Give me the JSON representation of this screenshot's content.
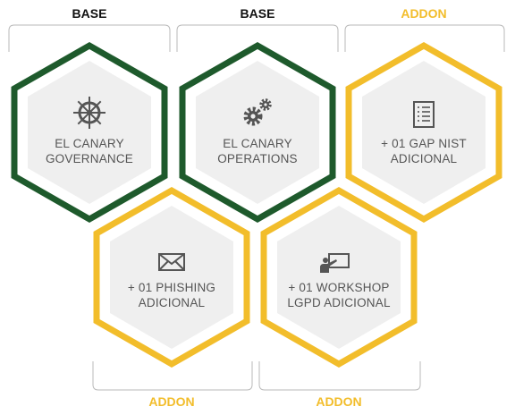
{
  "colors": {
    "base": "#1e5a2c",
    "addon": "#f2bd2b",
    "inner_fill": "#efefef",
    "bracket": "#b9b9b9",
    "icon": "#555555",
    "text": "#555555"
  },
  "top_headers": {
    "h1": "BASE",
    "h2": "BASE",
    "h3": "ADDON"
  },
  "bottom_headers": {
    "h1": "ADDON",
    "h2": "ADDON"
  },
  "hexes": {
    "governance": {
      "kind": "base",
      "icon": "ship-wheel-icon",
      "line1": "EL CANARY",
      "line2": "GOVERNANCE"
    },
    "operations": {
      "kind": "base",
      "icon": "gears-icon",
      "line1": "EL CANARY",
      "line2": "OPERATIONS"
    },
    "gap_nist": {
      "kind": "addon",
      "icon": "checklist-icon",
      "line1": "+ 01 GAP NIST",
      "line2": "ADICIONAL"
    },
    "phishing": {
      "kind": "addon",
      "icon": "envelope-icon",
      "line1": "+ 01 PHISHING",
      "line2": "ADICIONAL"
    },
    "workshop": {
      "kind": "addon",
      "icon": "presentation-icon",
      "line1": "+ 01 WORKSHOP",
      "line2": "LGPD ADICIONAL"
    }
  }
}
